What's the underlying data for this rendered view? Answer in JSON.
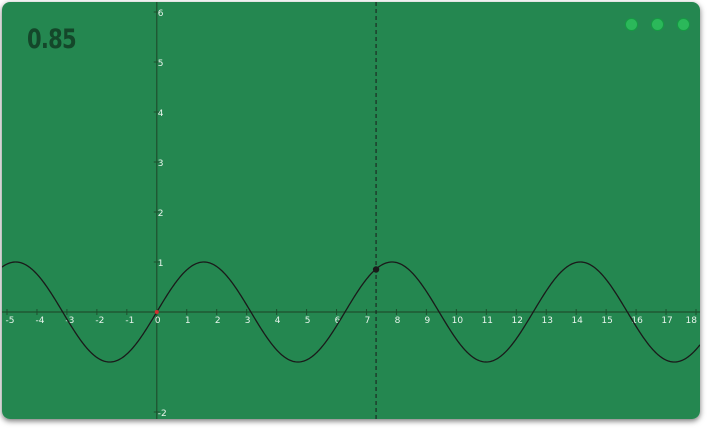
{
  "readout": "0.85",
  "window_controls": [
    {
      "name": "control-dot-1"
    },
    {
      "name": "control-dot-2"
    },
    {
      "name": "control-dot-3"
    }
  ],
  "colors": {
    "background": "#248750",
    "curve": "#1a1a1a",
    "axis": "#1e4f2e",
    "readout": "#14472a",
    "dot_fill": "#2bb85a",
    "origin_marker": "#d03030"
  },
  "chart_data": {
    "type": "line",
    "function": "sin(x)",
    "xlim": [
      -5,
      18
    ],
    "ylim": [
      -2,
      6
    ],
    "x_ticks": [
      "-5",
      "-4",
      "-3",
      "-2",
      "-1",
      "0",
      "1",
      "2",
      "3",
      "4",
      "5",
      "6",
      "7",
      "8",
      "9",
      "10",
      "11",
      "12",
      "13",
      "14",
      "15",
      "16",
      "17",
      "18"
    ],
    "y_ticks": [
      "-2",
      "1",
      "2",
      "3",
      "4",
      "5",
      "6"
    ],
    "cursor": {
      "x": 7.32,
      "y": 0.85
    }
  }
}
